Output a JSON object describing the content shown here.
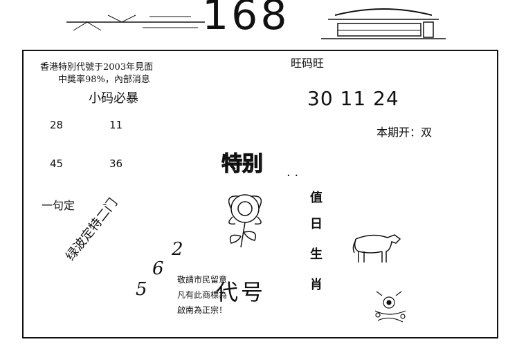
{
  "header": {
    "title": "168"
  },
  "left_panel": {
    "intro_line1": "香港特別代號于2003年見面",
    "intro_line2": "中獎率98%，內部消息",
    "small_code_title": "小码必暴",
    "numbers": [
      "28",
      "11",
      "45",
      "36"
    ],
    "one_sentence": "一句定",
    "wave_text": "绿波定特二门"
  },
  "right_panel": {
    "name": "旺码旺",
    "date": "30 11 24",
    "period_open": "本期开：双",
    "duty_zodiac": [
      "值",
      "日",
      "生",
      "肖"
    ]
  },
  "center": {
    "special": "特别",
    "dots": "· ·",
    "code_label": "代号",
    "code_digits": [
      "5",
      "6",
      "2"
    ],
    "stamp_lines": [
      "敬請市民留意",
      "凡有此商標為",
      "啟南為正宗！"
    ]
  }
}
